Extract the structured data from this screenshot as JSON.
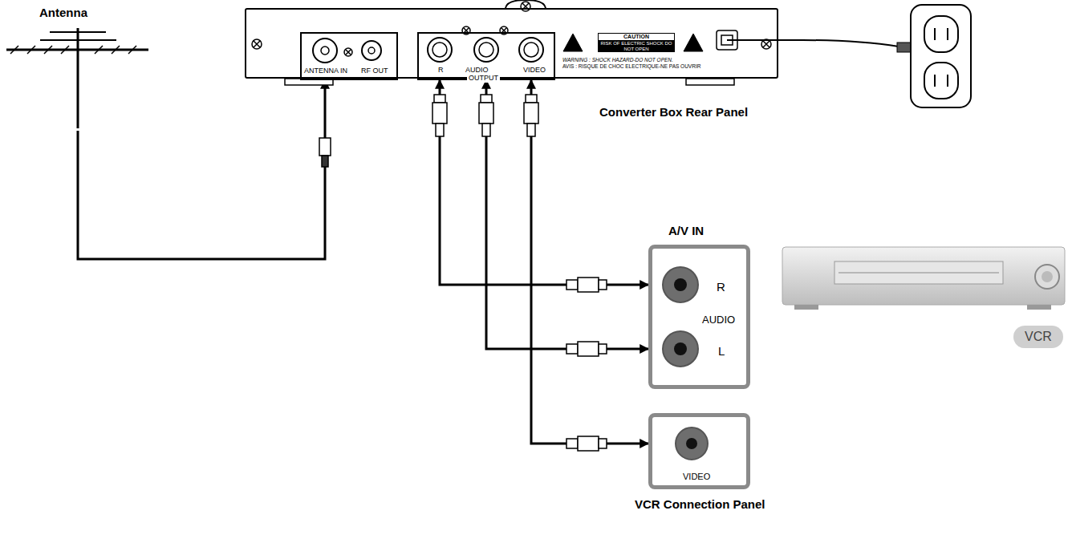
{
  "diagram": {
    "nodes": [
      {
        "text": [
          "Antenna"
        ]
      },
      {
        "text": [
          "Converter Box Rear Panel"
        ]
      },
      {
        "text": [
          "ANTENNA IN",
          "RF OUT"
        ],
        "in": 1
      },
      {
        "text": [
          "R",
          "AUDIO",
          "VIDEO",
          "OUTPUT"
        ],
        "in": 1
      },
      {
        "text": [
          "CAUTION",
          "RISK OF ELECTRIC SHOCK DO NOT OPEN",
          "WARNING : SHOCK HAZARD-DO NOT OPEN.",
          "AVIS : RISQUE DE CHOC ELECTRIQUE-NE PAS OUVRIR"
        ],
        "in": 1
      },
      {
        "text": [
          "A/V IN",
          "R",
          "AUDIO",
          "L"
        ]
      },
      {
        "text": [
          "VIDEO",
          "VCR Connection Panel"
        ]
      },
      {
        "text": [
          "VCR"
        ]
      }
    ],
    "edges": [
      {
        "from": 0,
        "to": 2,
        "arrow": "to"
      },
      {
        "from": 3,
        "to": 5,
        "arrow": "both"
      },
      {
        "from": 3,
        "to": 5,
        "arrow": "both"
      },
      {
        "from": 3,
        "to": 6,
        "arrow": "both"
      }
    ]
  }
}
